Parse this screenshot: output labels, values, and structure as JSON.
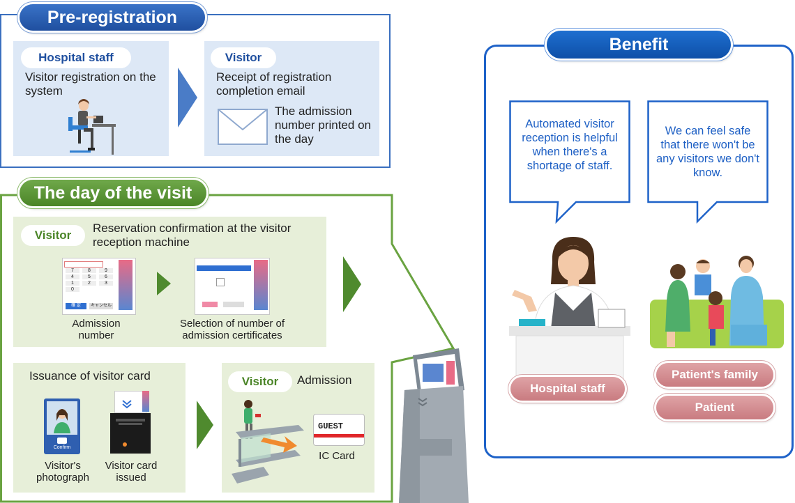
{
  "pre_registration": {
    "title": "Pre-registration",
    "staff": {
      "role": "Hospital staff",
      "text": "Visitor registration on the system"
    },
    "visitor": {
      "role": "Visitor",
      "text": "Receipt of registration completion email",
      "note": "The admission number printed on the day"
    }
  },
  "day_of_visit": {
    "title": "The day of the visit",
    "reservation": {
      "role": "Visitor",
      "text": "Reservation confirmation at the visitor reception machine",
      "screen1_caption": "Admission number",
      "screen2_caption": "Selection of number of admission certificates",
      "keypad_keys": [
        "7",
        "8",
        "9",
        "4",
        "5",
        "6",
        "1",
        "2",
        "3",
        "0"
      ],
      "confirm_key": "確 定",
      "cancel_key": "キャンセル"
    },
    "issuance": {
      "title": "Issuance of visitor card",
      "photo_caption": "Visitor's photograph",
      "photo_button": "Confirm",
      "card_caption": "Visitor card issued"
    },
    "admission": {
      "role": "Visitor",
      "text": "Admission",
      "card_label": "GUEST",
      "card_caption": "IC Card"
    }
  },
  "benefit": {
    "title": "Benefit",
    "bubble_staff": "Automated visitor reception is helpful when there's a shortage of staff.",
    "bubble_family": "We can feel safe that there won't be any visitors we don't know.",
    "label_staff": "Hospital staff",
    "label_family": "Patient's family",
    "label_patient": "Patient"
  },
  "colors": {
    "blue_border": "#3a6fbf",
    "green_border": "#6aa341",
    "benefit_border": "#1e62c8",
    "panel_blue": "#dde8f6",
    "panel_green": "#e7efd9",
    "arrow_blue": "#4a7cc7",
    "arrow_green": "#4f8a2e",
    "pink": "#c97b80"
  }
}
